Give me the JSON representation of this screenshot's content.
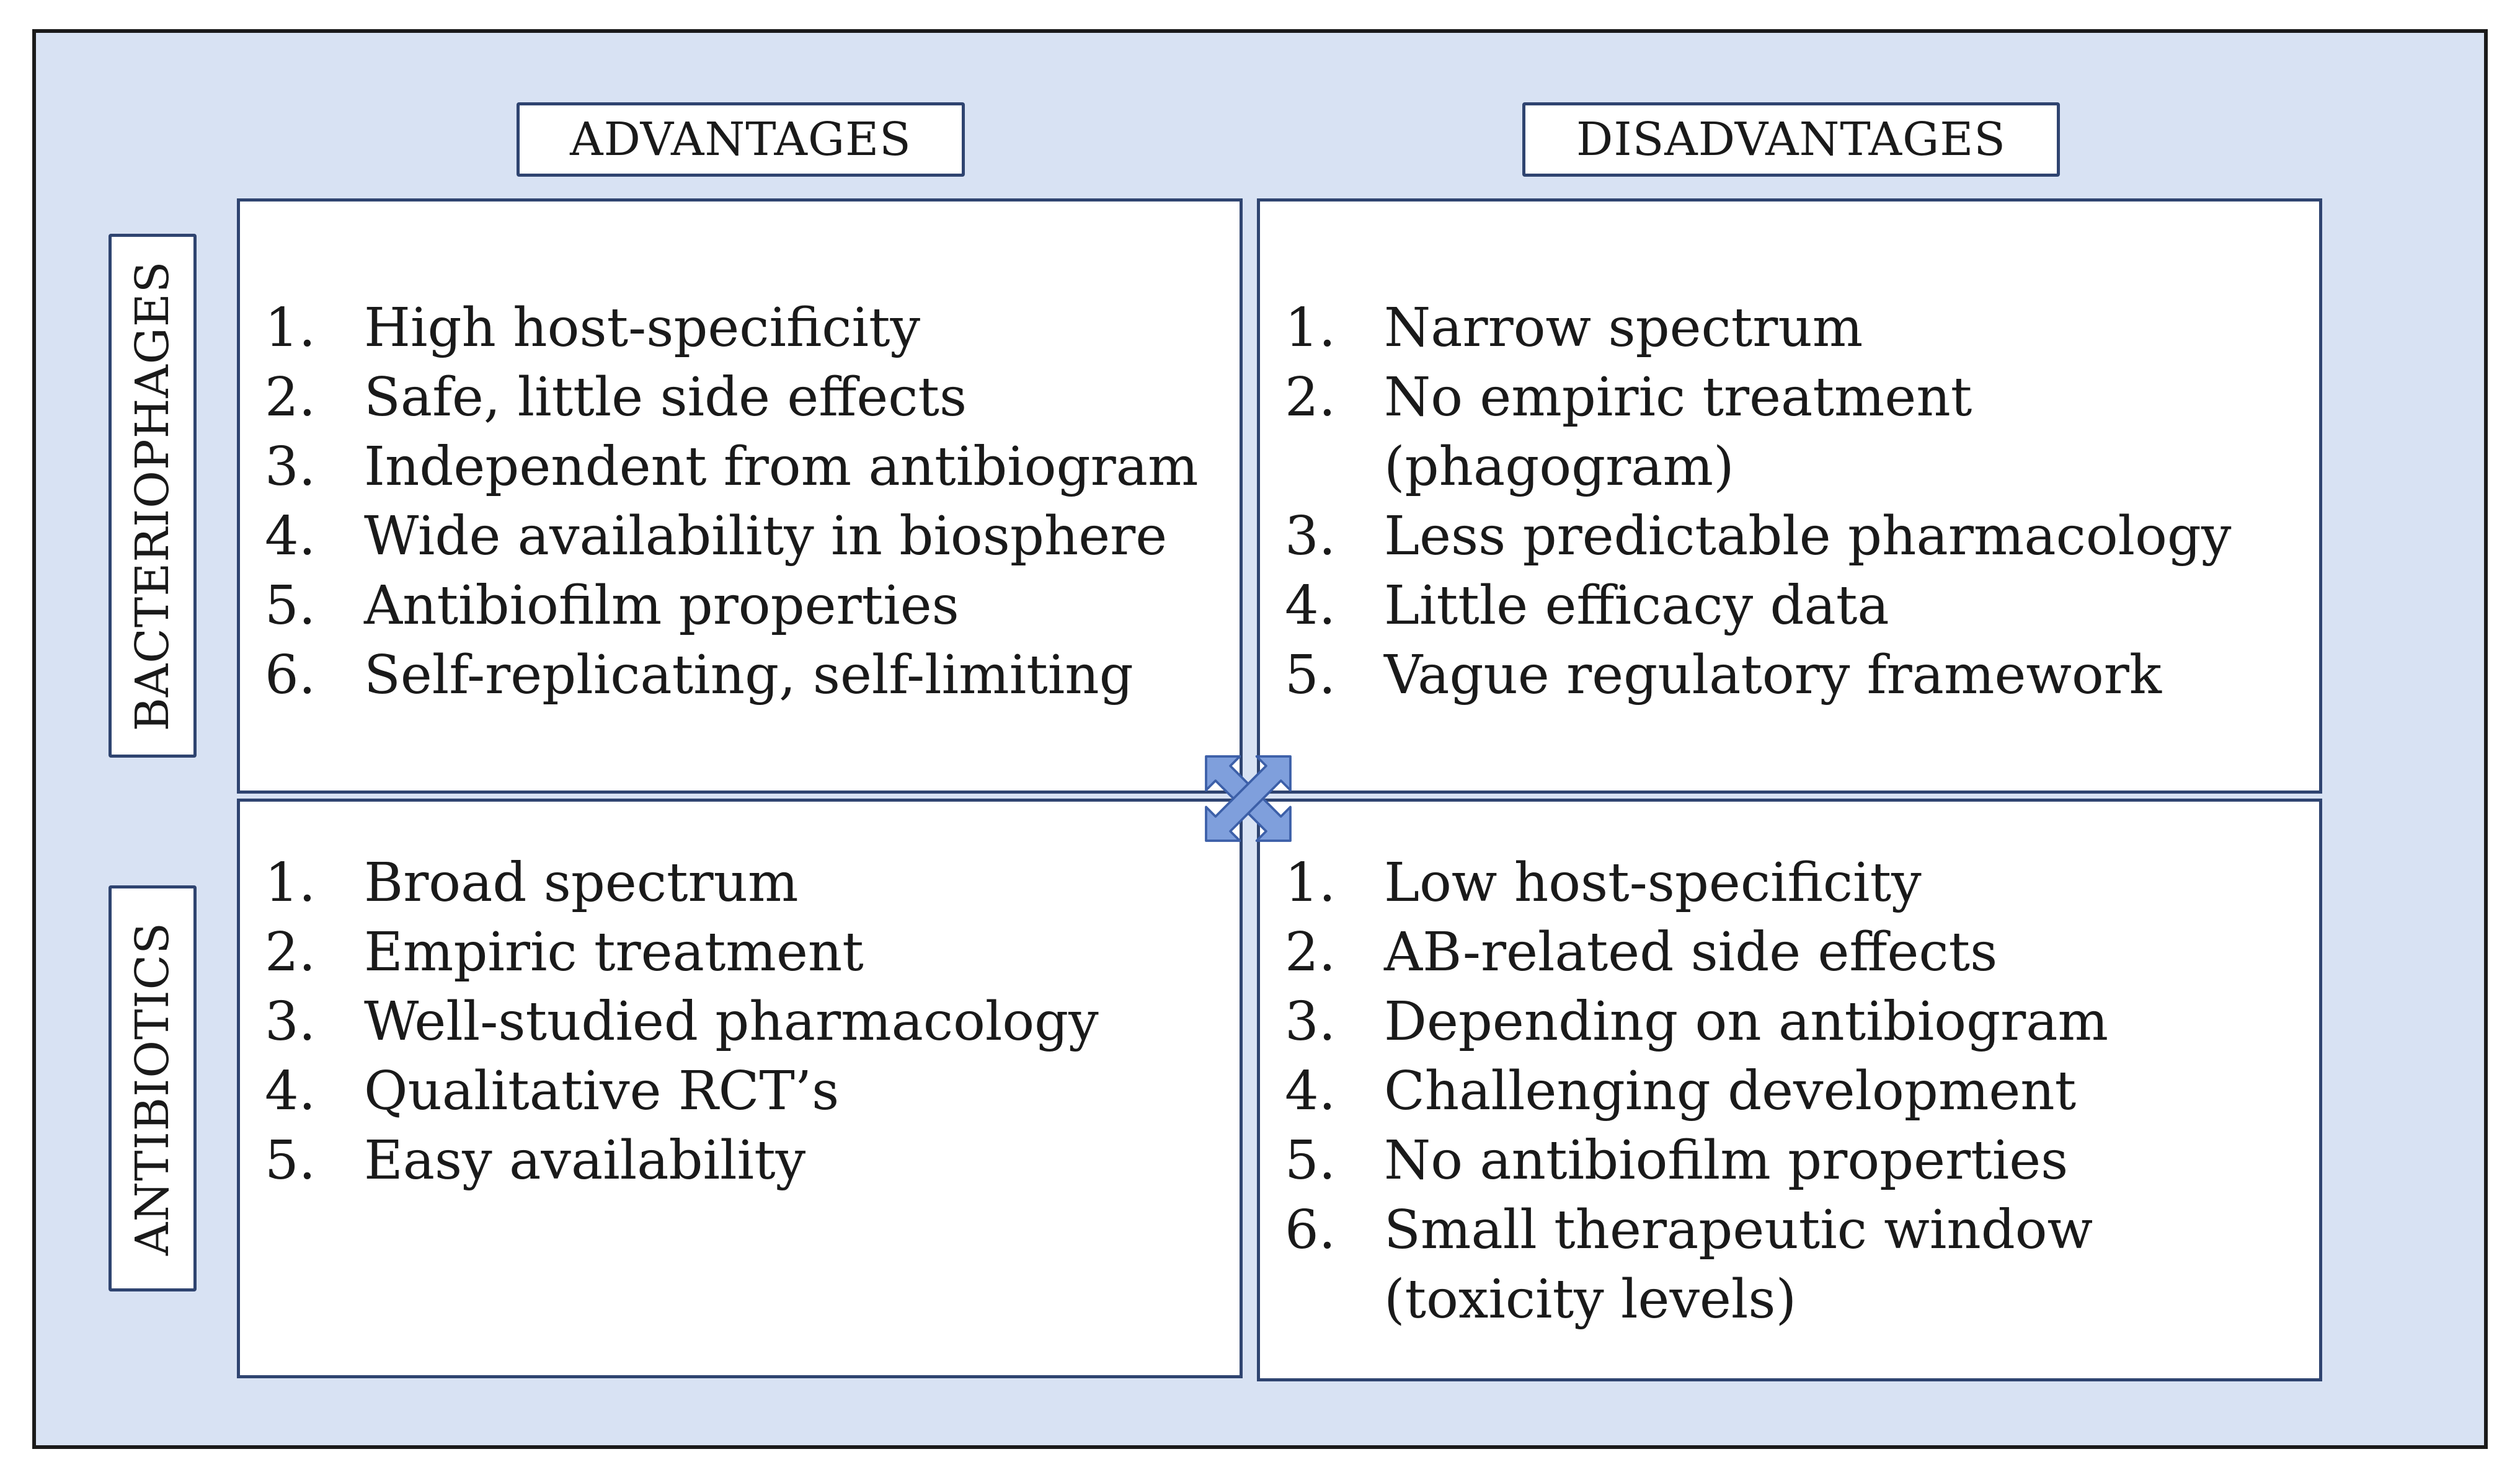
{
  "headers": {
    "advantages": "ADVANTAGES",
    "disadvantages": "DISADVANTAGES"
  },
  "rows": {
    "bacteriophages": "BACTERIOPHAGES",
    "antibiotics": "ANTIBIOTICS"
  },
  "quadrants": {
    "phage_advantages": [
      {
        "num": "1.",
        "text": "High host-specificity"
      },
      {
        "num": "2.",
        "text": "Safe, little side effects"
      },
      {
        "num": "3.",
        "text": "Independent from antibiogram"
      },
      {
        "num": "4.",
        "text": "Wide availability in biosphere"
      },
      {
        "num": "5.",
        "text": "Antibiofilm properties"
      },
      {
        "num": "6.",
        "text": "Self-replicating, self-limiting"
      }
    ],
    "phage_disadvantages": [
      {
        "num": "1.",
        "text": "Narrow spectrum"
      },
      {
        "num": "2.",
        "text": "No empiric treatment (phagogram)"
      },
      {
        "num": "3.",
        "text": "Less predictable pharmacology"
      },
      {
        "num": "4.",
        "text": "Little efficacy data"
      },
      {
        "num": "5.",
        "text": "Vague regulatory framework"
      }
    ],
    "antibiotic_advantages": [
      {
        "num": "1.",
        "text": "Broad spectrum"
      },
      {
        "num": "2.",
        "text": "Empiric treatment"
      },
      {
        "num": "3.",
        "text": "Well-studied pharmacology"
      },
      {
        "num": "4.",
        "text": "Qualitative RCT’s"
      },
      {
        "num": "5.",
        "text": "Easy availability"
      }
    ],
    "antibiotic_disadvantages": [
      {
        "num": "1.",
        "text": "Low host-specificity"
      },
      {
        "num": "2.",
        "text": "AB-related side effects"
      },
      {
        "num": "3.",
        "text": "Depending on antibiogram"
      },
      {
        "num": "4.",
        "text": "Challenging development"
      },
      {
        "num": "5.",
        "text": "No antibiofilm properties"
      },
      {
        "num": "6.",
        "text": "Small therapeutic window"
      },
      {
        "num": "",
        "text": "(toxicity levels)"
      }
    ]
  },
  "colors": {
    "background": "#d8e2f3",
    "border": "#2f4470",
    "arrow": "#7f9fdc"
  },
  "icons": {
    "center": "four-way-arrow-icon"
  }
}
